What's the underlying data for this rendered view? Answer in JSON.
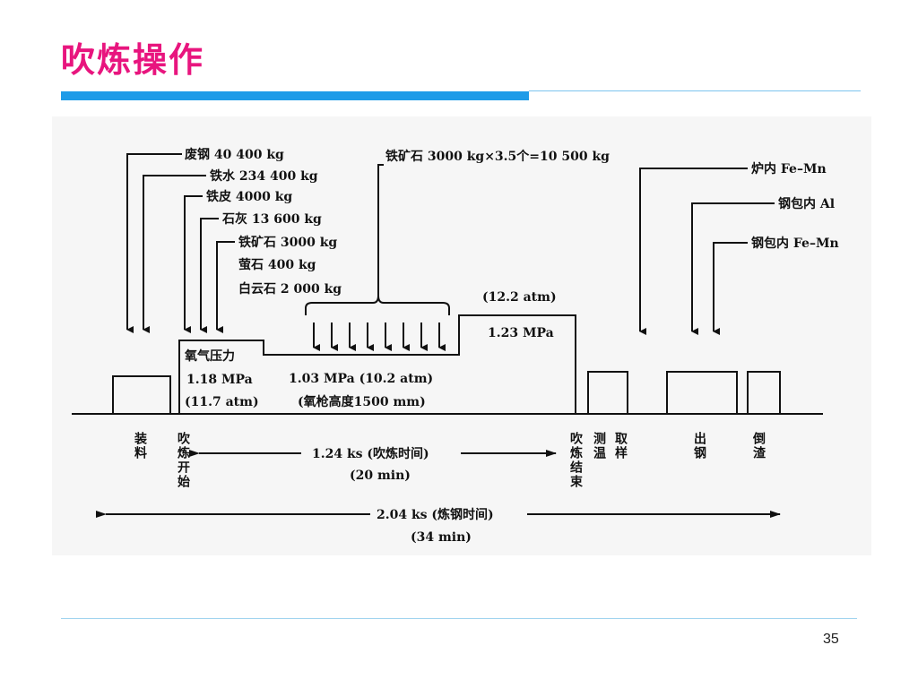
{
  "slide": {
    "title": "吹炼操作",
    "page_number": "35"
  },
  "diagram": {
    "charge_labels": {
      "scrap": "废钢 40 400 kg",
      "hot_metal": "铁水 234 400 kg",
      "iron_skin": "铁皮 4000 kg",
      "lime": "石灰 13 600 kg",
      "iron_ore": "铁矿石 3000 kg",
      "fluorite": "萤石 400 kg",
      "dolomite": "白云石 2 000 kg"
    },
    "ore_batches": "铁矿石 3000 kg×3.5个=10 500 kg",
    "additions": {
      "furnace_femn": "炉内 Fe–Mn",
      "ladle_al": "钢包内 Al",
      "ladle_femn": "钢包内 Fe–Mn"
    },
    "pressure": {
      "label": "氧气压力",
      "p1_mpa": "1.18 MPa",
      "p1_atm": "(11.7 atm)",
      "p2": "1.03 MPa (10.2 atm)",
      "p2_note": "(氧枪高度1500 mm)",
      "p3_atm": "(12.2 atm)",
      "p3_mpa": "1.23 MPa"
    },
    "stages": {
      "charging": "装料",
      "blow_start": "吹炼开始",
      "blow_end": "吹炼结束",
      "temp_measure": "测温",
      "sampling": "取样",
      "tapping": "出钢",
      "deslagging": "倒渣"
    },
    "durations": {
      "blow_time": "1.24 ks (吹炼时间)",
      "blow_min": "(20 min)",
      "steel_time": "2.04 ks (炼钢时间)",
      "steel_min": "(34 min)"
    }
  }
}
